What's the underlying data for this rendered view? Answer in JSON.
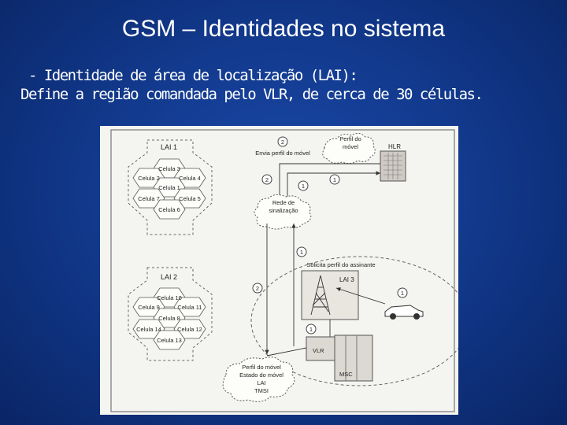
{
  "slide": {
    "title": "GSM – Identidades no sistema",
    "line1": " - Identidade de área de localização (LAI):",
    "line2": "Define a região comandada pelo VLR, de cerca de 30 células."
  },
  "diagram": {
    "lai1": {
      "label": "LAI 1",
      "cells": [
        "Celula 3",
        "Celula 2",
        "Celula 4",
        "Celula 1",
        "Celula 7",
        "Celula 5",
        "Celula 6"
      ]
    },
    "lai2": {
      "label": "LAI 2",
      "cells": [
        "Celula 10",
        "Celula 9",
        "Celula 11",
        "Celula 8",
        "Celula 14",
        "Celula 12",
        "Celula 13"
      ]
    },
    "lai3_label": "LAI 3",
    "hlr": "HLR",
    "vlr": "VLR",
    "msc": "MSC",
    "network": [
      "Rede de",
      "sinalização"
    ],
    "cloud_top": [
      "Perfil do",
      "móvel"
    ],
    "send_profile": "Envia perfil do móvel",
    "request_subscriber": "Solicita perfil do assinante",
    "cloud_bottom": [
      "Perfil do móvel",
      "Estado do móvel",
      "LAI",
      "TMSI"
    ],
    "steps": {
      "s1": "1",
      "s2": "2"
    }
  }
}
